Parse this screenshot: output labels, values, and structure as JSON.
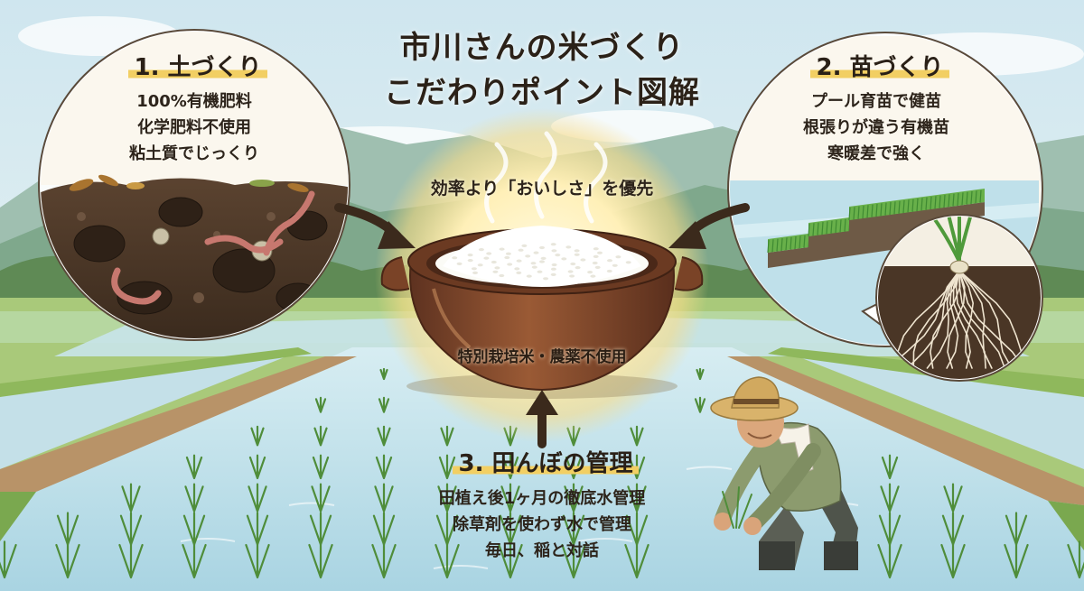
{
  "title": {
    "line1": "市川さんの米づくり",
    "line2": "こだわりポイント図解"
  },
  "center": {
    "caption": "効率より「おいしさ」を優先",
    "pot_label": "特別栽培米・農薬不使用"
  },
  "sections": [
    {
      "title": "1. 土づくり",
      "lines": [
        "100%有機肥料",
        "化学肥料不使用",
        "粘土質でじっくり"
      ]
    },
    {
      "title": "2. 苗づくり",
      "lines": [
        "プール育苗で健苗",
        "根張りが違う有機苗",
        "寒暖差で強く"
      ]
    },
    {
      "title": "3. 田んぼの管理",
      "lines": [
        "田植え後1ヶ月の徹底水管理",
        "除草剤を使わず水で管理",
        "毎日、稲と対話"
      ]
    }
  ],
  "colors": {
    "highlight": "#f2cf63",
    "glow": "#fff3c4",
    "soil": "#4a3626",
    "water": "#bfe0ea",
    "grass": "#8fbf5a",
    "pot": "#8a4d2d",
    "text": "#2a2017"
  }
}
